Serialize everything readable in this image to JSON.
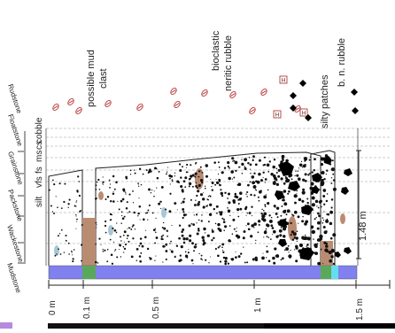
{
  "labels": {
    "possible_mud_clast": [
      "possible mud",
      "clast"
    ],
    "bioclastic_neritic_rubble": [
      "bioclastic",
      "neritic rubble"
    ],
    "silty_patches": "silty patches",
    "bn_rubble": "b. n. rubble"
  },
  "left_axis": {
    "texture_classes": [
      "Mudstone",
      "Wackestone",
      "Packstone",
      "Grainstone",
      "Floatstone",
      "Rudstone"
    ],
    "grain_size_classes": [
      "silt",
      "vfs",
      "fs",
      "ms",
      "cs",
      "cobble"
    ]
  },
  "scale": {
    "ticks": [
      "0 m",
      "0.1 m",
      "0.5 m",
      "1 m",
      "1.5 m"
    ],
    "thickness_label": "1.48 m"
  },
  "colors": {
    "blue_band": "#8080ee",
    "green_band": "#5aa85a",
    "cyan_band": "#66ddee",
    "brown_patch": "#b98c72",
    "pale_blue_clast": "#a8c7d6",
    "grid": "#9a9a9a"
  },
  "icons": {
    "bioclast": "ellipse-with-dash",
    "neritic_rubble": "boxed-H",
    "bn_rubble": "black-diamond"
  }
}
